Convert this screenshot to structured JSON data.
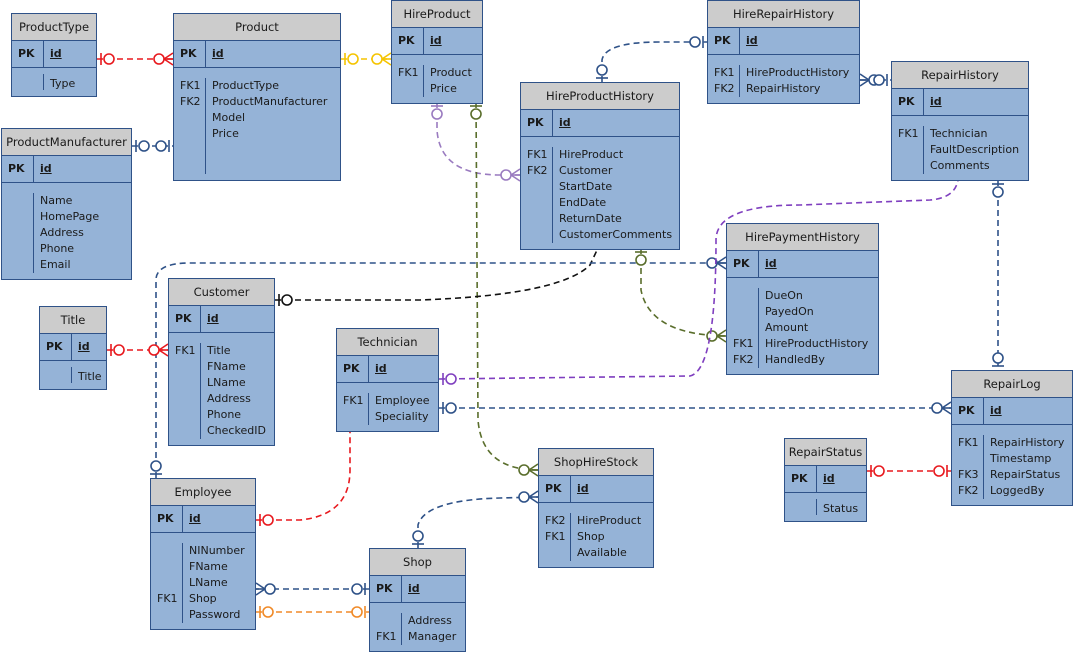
{
  "diagram": {
    "type": "entity-relationship",
    "colors": {
      "header_fill": "#cccccc",
      "body_fill": "#95b3d7",
      "border": "#2f5288",
      "rel_red": "#e8191e",
      "rel_yellow": "#f5c400",
      "rel_navy": "#2f5288",
      "rel_purple": "#7f3fbf",
      "rel_olive": "#5a6e2c",
      "rel_black": "#111111",
      "rel_orange": "#f08a28",
      "rel_lavender": "#9a7bc0"
    },
    "entities": {
      "ProductType": {
        "title": "ProductType",
        "pk_label": "PK",
        "pk": "id",
        "keys": [
          ""
        ],
        "fields": [
          "Type"
        ]
      },
      "Product": {
        "title": "Product",
        "pk_label": "PK",
        "pk": "id",
        "keys": [
          "FK1",
          "FK2",
          "",
          ""
        ],
        "fields": [
          "ProductType",
          "ProductManufacturer",
          "Model",
          "Price"
        ]
      },
      "HireProduct": {
        "title": "HireProduct",
        "pk_label": "PK",
        "pk": "id",
        "keys": [
          "FK1",
          ""
        ],
        "fields": [
          "Product",
          "Price"
        ]
      },
      "HireRepairHistory": {
        "title": "HireRepairHistory",
        "pk_label": "PK",
        "pk": "id",
        "keys": [
          "FK1",
          "FK2"
        ],
        "fields": [
          "HireProductHistory",
          "RepairHistory"
        ]
      },
      "RepairHistory": {
        "title": "RepairHistory",
        "pk_label": "PK",
        "pk": "id",
        "keys": [
          "FK1",
          "",
          ""
        ],
        "fields": [
          "Technician",
          "FaultDescription",
          "Comments"
        ]
      },
      "ProductManufacturer": {
        "title": "ProductManufacturer",
        "pk_label": "PK",
        "pk": "id",
        "keys": [
          "",
          "",
          "",
          "",
          ""
        ],
        "fields": [
          "Name",
          "HomePage",
          "Address",
          "Phone",
          "Email"
        ]
      },
      "HireProductHistory": {
        "title": "HireProductHistory",
        "pk_label": "PK",
        "pk": "id",
        "keys": [
          "FK1",
          "FK2",
          "",
          "",
          "",
          ""
        ],
        "fields": [
          "HireProduct",
          "Customer",
          "StartDate",
          "EndDate",
          "ReturnDate",
          "CustomerComments"
        ]
      },
      "HirePaymentHistory": {
        "title": "HirePaymentHistory",
        "pk_label": "PK",
        "pk": "id",
        "keys": [
          "",
          "",
          "",
          "FK1",
          "FK2"
        ],
        "fields": [
          "DueOn",
          "PayedOn",
          "Amount",
          "HireProductHistory",
          "HandledBy"
        ]
      },
      "Title": {
        "title": "Title",
        "pk_label": "PK",
        "pk": "id",
        "keys": [
          ""
        ],
        "fields": [
          "Title"
        ]
      },
      "Customer": {
        "title": "Customer",
        "pk_label": "PK",
        "pk": "id",
        "keys": [
          "FK1",
          "",
          "",
          "",
          "",
          ""
        ],
        "fields": [
          "Title",
          "FName",
          "LName",
          "Address",
          "Phone",
          "CheckedID"
        ]
      },
      "Technician": {
        "title": "Technician",
        "pk_label": "PK",
        "pk": "id",
        "keys": [
          "FK1",
          ""
        ],
        "fields": [
          "Employee",
          "Speciality"
        ]
      },
      "RepairLog": {
        "title": "RepairLog",
        "pk_label": "PK",
        "pk": "id",
        "keys": [
          "FK1",
          "",
          "FK3",
          "FK2"
        ],
        "fields": [
          "RepairHistory",
          "Timestamp",
          "RepairStatus",
          "LoggedBy"
        ]
      },
      "RepairStatus": {
        "title": "RepairStatus",
        "pk_label": "PK",
        "pk": "id",
        "keys": [
          ""
        ],
        "fields": [
          "Status"
        ]
      },
      "Employee": {
        "title": "Employee",
        "pk_label": "PK",
        "pk": "id",
        "keys": [
          "",
          "",
          "",
          "FK1",
          ""
        ],
        "fields": [
          "NINumber",
          "FName",
          "LName",
          "Shop",
          "Password"
        ]
      },
      "ShopHireStock": {
        "title": "ShopHireStock",
        "pk_label": "PK",
        "pk": "id",
        "keys": [
          "FK2",
          "FK1",
          ""
        ],
        "fields": [
          "HireProduct",
          "Shop",
          "Available"
        ]
      },
      "Shop": {
        "title": "Shop",
        "pk_label": "PK",
        "pk": "id",
        "keys": [
          "",
          "FK1"
        ],
        "fields": [
          "Address",
          "Manager"
        ]
      }
    },
    "relationships": [
      {
        "from": "ProductType",
        "to": "Product",
        "color": "rel_red",
        "from_end": "zero-or-one",
        "to_end": "zero-or-many"
      },
      {
        "from": "Product",
        "to": "HireProduct",
        "color": "rel_yellow",
        "from_end": "zero-or-one",
        "to_end": "zero-or-many"
      },
      {
        "from": "ProductManufacturer",
        "to": "Product",
        "color": "rel_navy",
        "from_end": "zero-or-one",
        "to_end": "zero-or-one"
      },
      {
        "from": "HireProductHistory",
        "to": "HireRepairHistory",
        "color": "rel_navy",
        "from_end": "zero-or-one",
        "to_end": "zero-or-one"
      },
      {
        "from": "HireRepairHistory",
        "to": "RepairHistory",
        "color": "rel_navy",
        "from_end": "zero-or-many",
        "to_end": "zero-or-one"
      },
      {
        "from": "HireProduct",
        "to": "HireProductHistory",
        "color": "rel_lavender",
        "from_end": "zero-or-one",
        "to_end": "zero-or-many"
      },
      {
        "from": "HireProduct",
        "to": "ShopHireStock",
        "color": "rel_olive",
        "from_end": "zero-or-one",
        "to_end": "zero-or-many"
      },
      {
        "from": "Customer",
        "to": "HireProductHistory",
        "color": "rel_black",
        "from_end": "zero-or-one",
        "to_end": "zero-or-many"
      },
      {
        "from": "Employee",
        "to": "HirePaymentHistory",
        "color": "rel_navy",
        "from_end": "zero-or-one",
        "to_end": "zero-or-many"
      },
      {
        "from": "HireProductHistory",
        "to": "HirePaymentHistory",
        "color": "rel_olive",
        "from_end": "zero-or-one",
        "to_end": "zero-or-many"
      },
      {
        "from": "Technician",
        "to": "RepairHistory",
        "color": "rel_purple",
        "from_end": "zero-or-one",
        "to_end": "zero-or-many"
      },
      {
        "from": "RepairHistory",
        "to": "RepairLog",
        "color": "rel_navy",
        "from_end": "zero-or-one",
        "to_end": "zero-or-one"
      },
      {
        "from": "Title",
        "to": "Customer",
        "color": "rel_red",
        "from_end": "zero-or-one",
        "to_end": "zero-or-many"
      },
      {
        "from": "Technician",
        "to": "RepairLog",
        "color": "rel_navy",
        "from_end": "zero-or-one",
        "to_end": "zero-or-many"
      },
      {
        "from": "RepairStatus",
        "to": "RepairLog",
        "color": "rel_red",
        "from_end": "zero-or-one",
        "to_end": "zero-or-one"
      },
      {
        "from": "Employee",
        "to": "Technician",
        "color": "rel_red",
        "from_end": "zero-or-one",
        "to_end": "zero-or-many"
      },
      {
        "from": "Shop",
        "to": "Employee",
        "color": "rel_navy",
        "from_end": "zero-or-one",
        "to_end": "zero-or-many"
      },
      {
        "from": "Employee",
        "to": "Shop",
        "color": "rel_orange",
        "from_end": "zero-or-one",
        "to_end": "zero-or-one"
      },
      {
        "from": "Shop",
        "to": "ShopHireStock",
        "color": "rel_navy",
        "from_end": "zero-or-one",
        "to_end": "zero-or-many"
      }
    ]
  }
}
